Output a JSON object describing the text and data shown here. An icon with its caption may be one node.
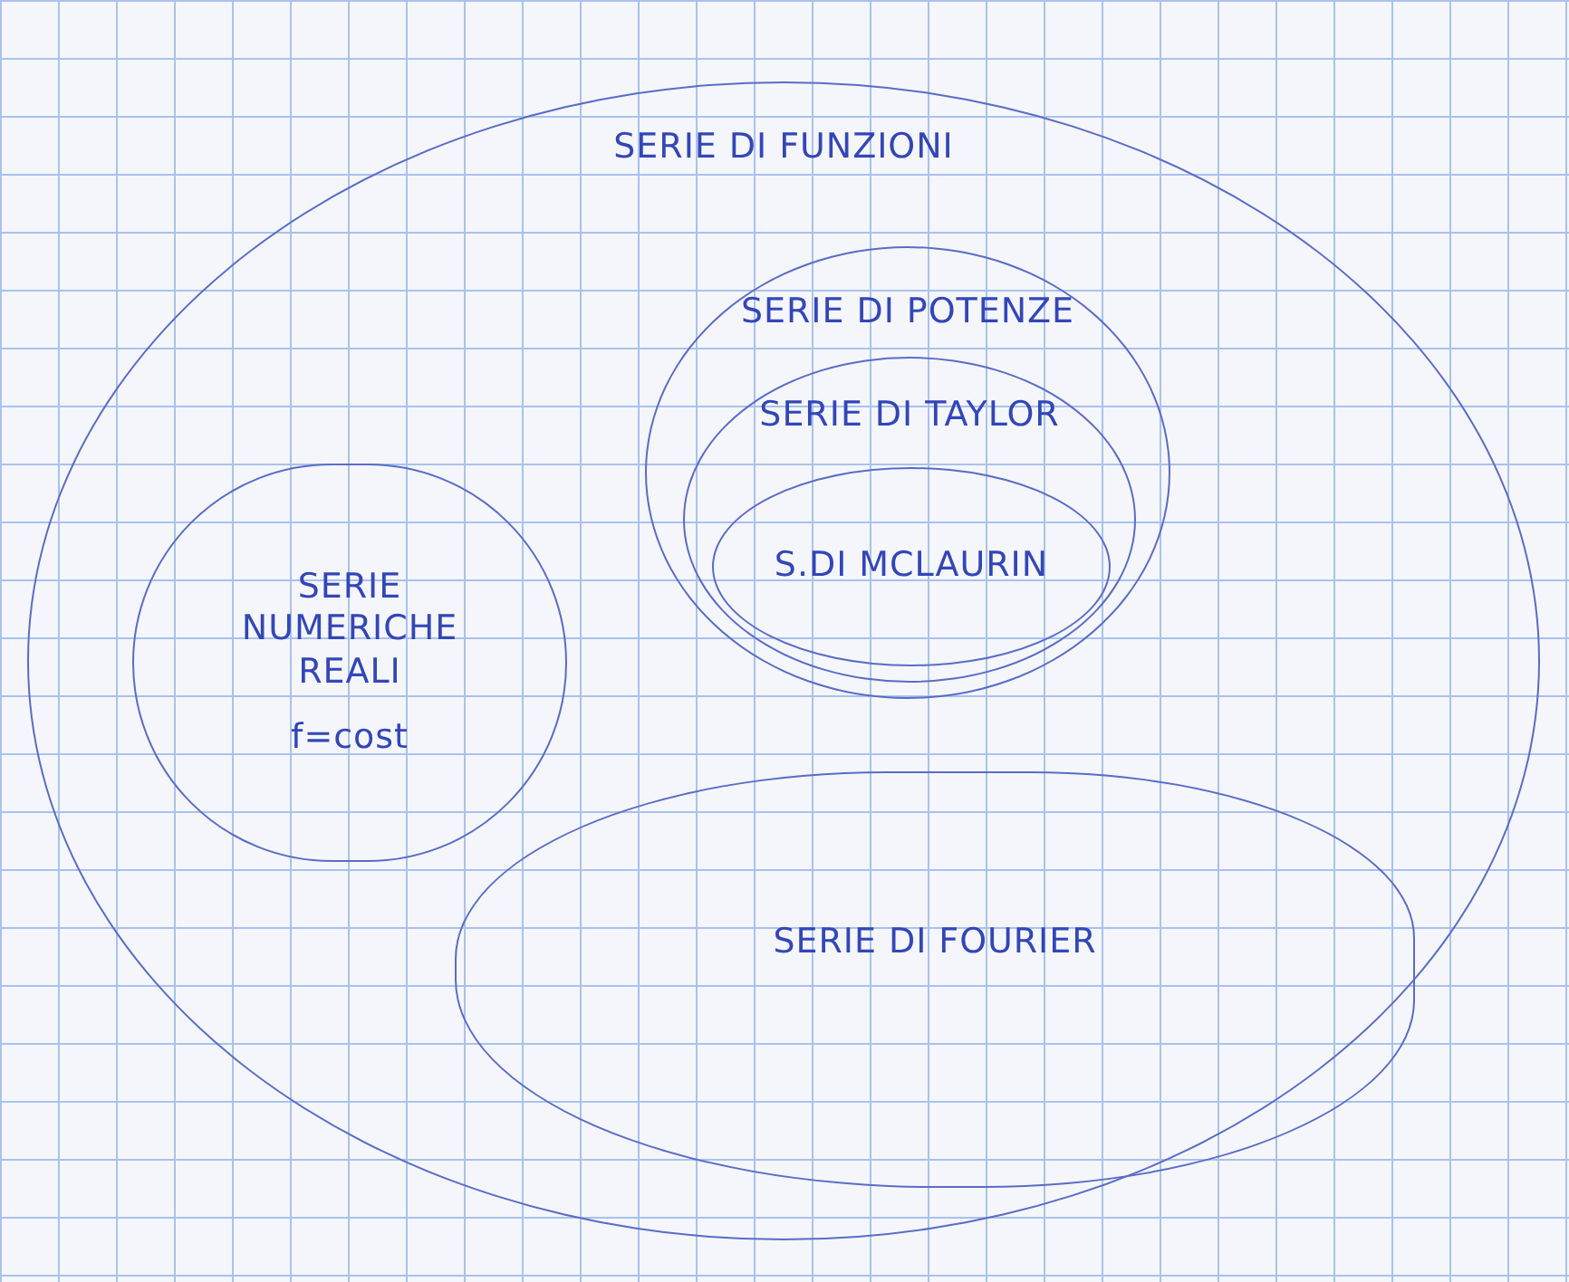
{
  "diagram": {
    "nodes": [
      {
        "text": [
          "SERIE DI FUNZIONI"
        ]
      },
      {
        "text": [
          "SERIE NUMERICHE REALI",
          "f=cost"
        ],
        "in": 0
      },
      {
        "text": [
          "SERIE DI POTENZE"
        ],
        "in": 0
      },
      {
        "text": [
          "SERIE DI TAYLOR"
        ],
        "in": 2
      },
      {
        "text": [
          "S.DI MCLAURIN"
        ],
        "in": 3
      },
      {
        "text": [
          "SERIE DI FOURIER"
        ],
        "in": 0
      }
    ]
  }
}
